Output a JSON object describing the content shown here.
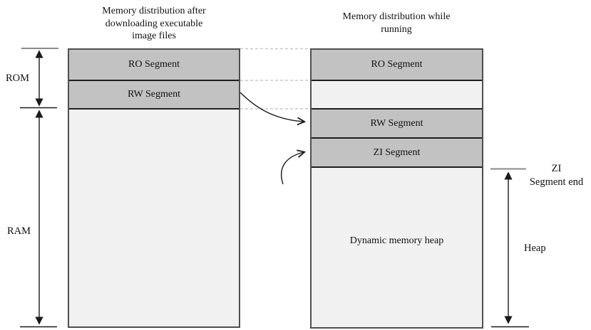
{
  "titles": {
    "left": [
      "Memory distribution after",
      "downloading executable",
      "image files"
    ],
    "right": [
      "Memory distribution while",
      "running"
    ]
  },
  "left_box": {
    "ro_label": "RO Segment",
    "rw_label": "RW Segment"
  },
  "right_box": {
    "ro_label": "RO Segment",
    "rw_label": "RW Segment",
    "zi_label": "ZI Segment",
    "heap_label": "Dynamic memory heap"
  },
  "side_labels": {
    "rom": "ROM",
    "ram": "RAM",
    "zi_end": [
      "ZI",
      "Segment end"
    ],
    "heap": "Heap"
  },
  "colors": {
    "segment_gray": "#c2c2c2",
    "light_fill": "#f1f1f1",
    "border_dark": "#4f4f4f",
    "separator": "#1f1f1f",
    "dashed_line": "#c8c8c8",
    "arrow_color": "#1a1a1a",
    "tick_gray": "#8a8a8a"
  }
}
